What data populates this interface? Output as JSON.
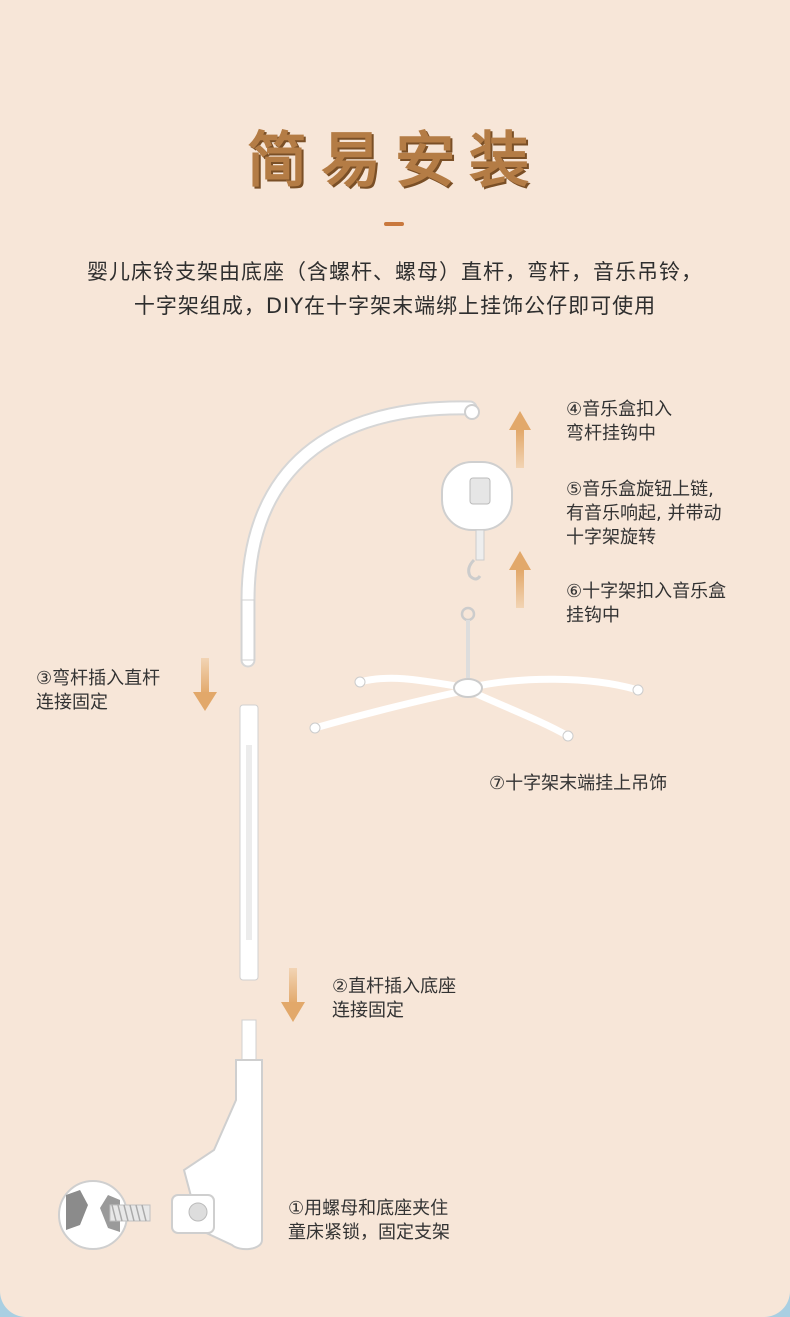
{
  "header": {
    "title": "简易安装",
    "desc_line1": "婴儿床铃支架由底座（含螺杆、螺母）直杆，弯杆，音乐吊铃，",
    "desc_line2": "十字架组成，DIY在十字架末端绑上挂饰公仔即可使用"
  },
  "steps": {
    "s1": {
      "line1": "①用螺母和底座夹住",
      "line2": "童床紧锁，固定支架"
    },
    "s2": {
      "line1": "②直杆插入底座",
      "line2": "连接固定"
    },
    "s3": {
      "line1": "③弯杆插入直杆",
      "line2": "连接固定"
    },
    "s4": {
      "line1": "④音乐盒扣入",
      "line2": "弯杆挂钩中"
    },
    "s5": {
      "line1": "⑤音乐盒旋钮上链,",
      "line2": "有音乐响起, 并带动",
      "line3": "十字架旋转"
    },
    "s6": {
      "line1": "⑥十字架扣入音乐盒",
      "line2": "挂钩中"
    },
    "s7": {
      "line1": "⑦十字架末端挂上吊饰"
    }
  },
  "colors": {
    "background": "#f7e6d8",
    "title": "#b47c45",
    "arrow": "#e2a86a",
    "part": "#ffffff"
  }
}
